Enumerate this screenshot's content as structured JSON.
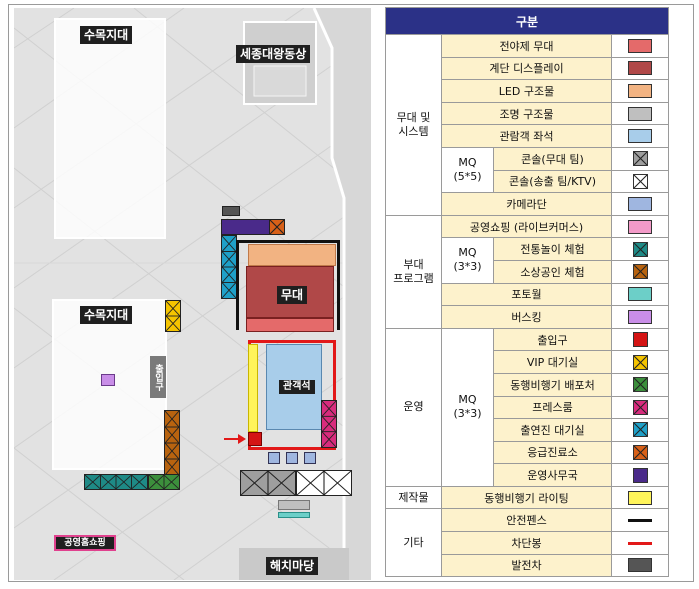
{
  "map": {
    "labels": {
      "sumok_top": "수목지대",
      "statue": "세종대왕동상",
      "sumok_mid": "수목지대",
      "stage": "무대",
      "audience": "관객석",
      "exit": "출입구",
      "shopping": "공영홈쇼핑",
      "haechi": "해치마당"
    }
  },
  "legend": {
    "header": "구분",
    "categories": {
      "stage_system": "무대 및\n시스템",
      "program": "부대\n프로그램",
      "operation": "운영",
      "production": "제작물",
      "etc": "기타"
    },
    "subgroups": {
      "mq55": "MQ\n(5*5)",
      "mq33a": "MQ\n(3*3)",
      "mq33b": "MQ\n(3*3)"
    },
    "items": {
      "outdoor_stage": "전야제 무대",
      "stair_display": "계단 디스플레이",
      "led": "LED 구조물",
      "lighting": "조명 구조물",
      "seats": "관람객 좌석",
      "console_stage": "콘솔(무대 팀)",
      "console_broadcast": "콘솔(송출 팀/KTV)",
      "camera": "카메라단",
      "live_shopping": "공영쇼핑 (라이브커머스)",
      "traditional_games": "전통놀이 체험",
      "small_business": "소상공인 체험",
      "photo_wall": "포토월",
      "busking": "버스킹",
      "entrance": "출입구",
      "vip": "VIP 대기실",
      "companion": "동행비행기 배포처",
      "press": "프레스룸",
      "performer": "출연진 대기실",
      "first_aid": "응급진료소",
      "office": "운영사무국",
      "lighting_plane": "동행비행기 라이팅",
      "safety_fence": "안전펜스",
      "barrier": "차단봉",
      "generator": "발전차"
    }
  },
  "colors": {
    "outdoor_stage": "#e46a6a",
    "stair_display": "#b04848",
    "led": "#f2b382",
    "lighting": "#bfbfbf",
    "seats": "#a8cdea",
    "camera": "#9fb6e0",
    "live_shopping": "#f39ac8",
    "traditional_games": "#1e8a86",
    "small_business": "#b8630f",
    "photo_wall": "#6ccfc8",
    "busking": "#c98ee8",
    "entrance": "#d41414",
    "vip": "#f5c400",
    "companion": "#3c8f3c",
    "press": "#d82b7d",
    "performer": "#1fa0c8",
    "first_aid": "#d86018",
    "office": "#4a2a8a",
    "lighting_plane": "#fff45a",
    "safety_fence": "#111111",
    "barrier": "#e21818",
    "generator": "#555555",
    "header_bg": "#2b3187",
    "item_bg": "#fdf2cc"
  }
}
